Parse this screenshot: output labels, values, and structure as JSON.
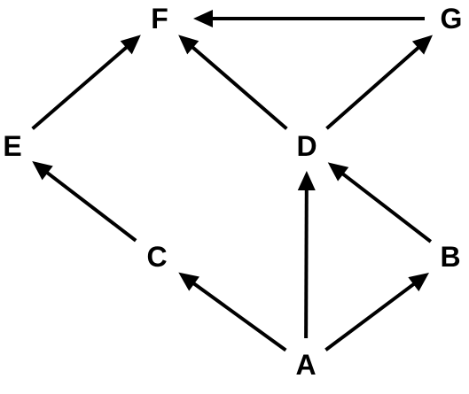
{
  "nodes": [
    {
      "id": "F",
      "label": "F"
    },
    {
      "id": "G",
      "label": "G"
    },
    {
      "id": "E",
      "label": "E"
    },
    {
      "id": "D",
      "label": "D"
    },
    {
      "id": "C",
      "label": "C"
    },
    {
      "id": "B",
      "label": "B"
    },
    {
      "id": "A",
      "label": "A"
    }
  ],
  "edges": [
    {
      "from": "G",
      "to": "F"
    },
    {
      "from": "E",
      "to": "F"
    },
    {
      "from": "D",
      "to": "F"
    },
    {
      "from": "D",
      "to": "G"
    },
    {
      "from": "C",
      "to": "E"
    },
    {
      "from": "A",
      "to": "C"
    },
    {
      "from": "A",
      "to": "D"
    },
    {
      "from": "A",
      "to": "B"
    },
    {
      "from": "B",
      "to": "D"
    }
  ],
  "colors": {
    "line": "#000000",
    "text": "#000000",
    "background": "#ffffff"
  }
}
